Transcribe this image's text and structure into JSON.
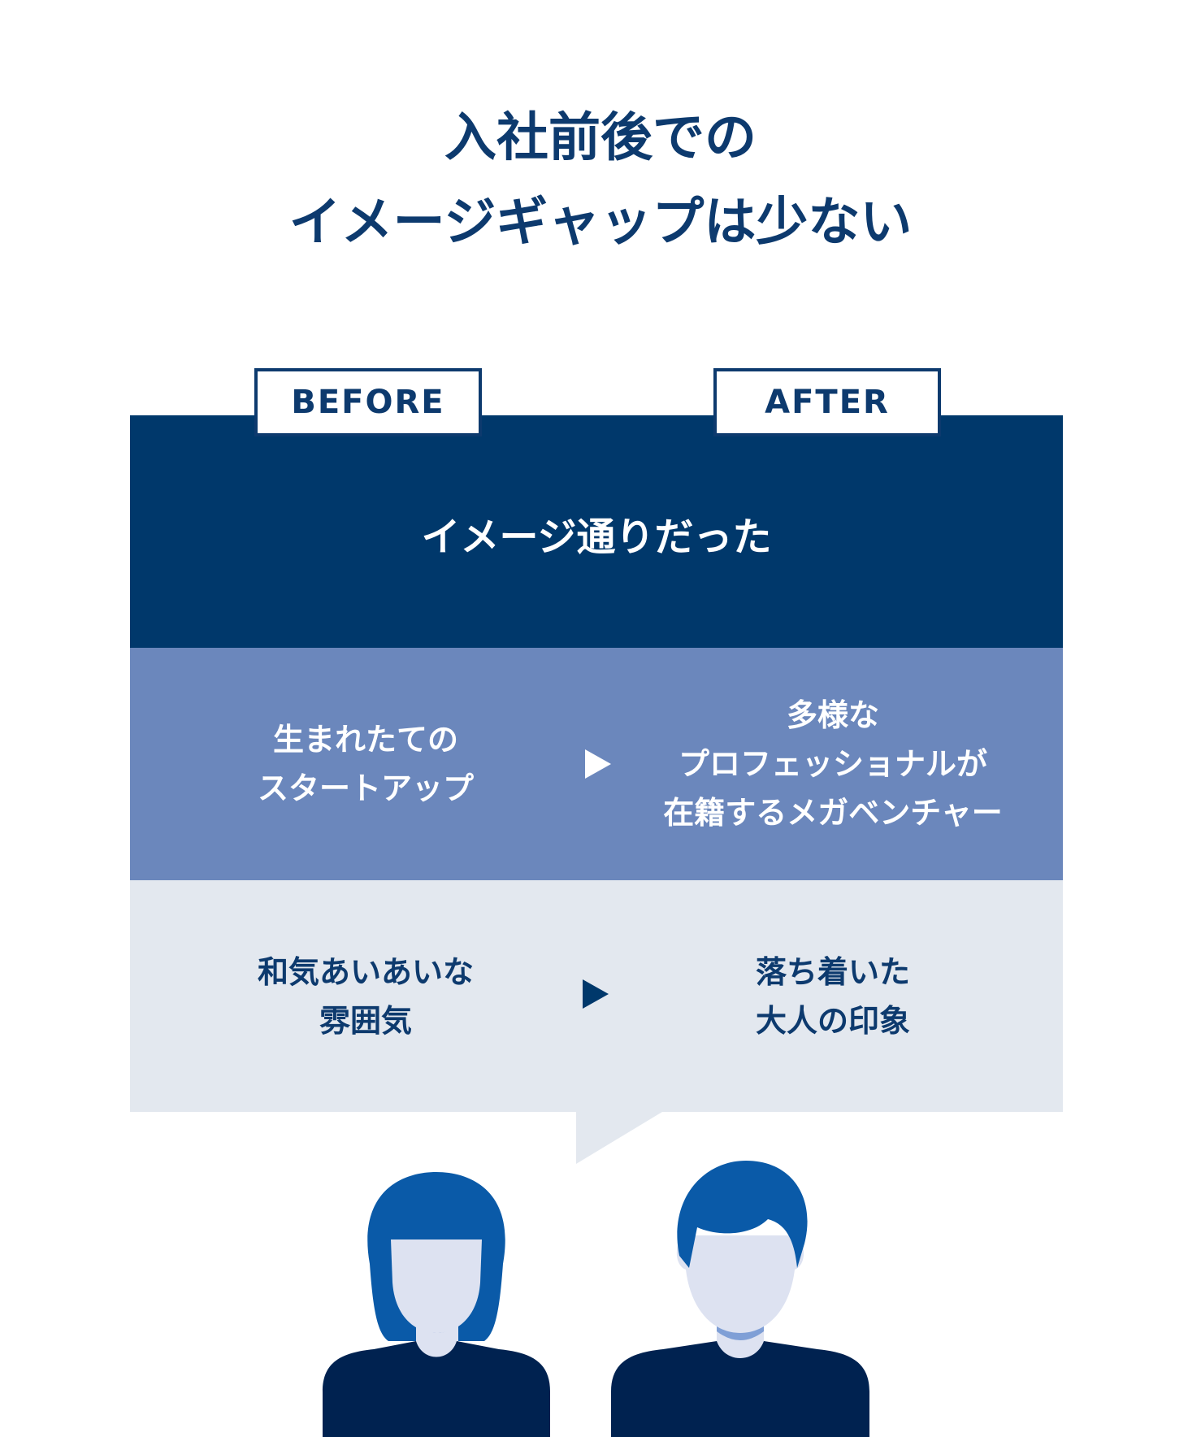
{
  "title": {
    "line1": "入社前後での",
    "line2": "イメージギャップは少ない"
  },
  "tabs": {
    "before": "BEFORE",
    "after": "AFTER"
  },
  "headline": "イメージ通りだった",
  "rows": [
    {
      "before": [
        "生まれたての",
        "スタートアップ"
      ],
      "after": [
        "多様な",
        "プロフェッショナルが",
        "在籍するメガベンチャー"
      ]
    },
    {
      "before": [
        "和気あいあいな",
        "雰囲気"
      ],
      "after": [
        "落ち着いた",
        "大人の印象"
      ]
    }
  ],
  "colors": {
    "navy": "#00386b",
    "mid_blue": "#6b87bc",
    "light_gray": "#e3e8ef",
    "hair_blue": "#0a5aa8",
    "skin": "#dde2f1",
    "shirt": "#002250"
  },
  "icons": [
    "arrow-right-icon",
    "woman-avatar-icon",
    "man-avatar-icon"
  ]
}
